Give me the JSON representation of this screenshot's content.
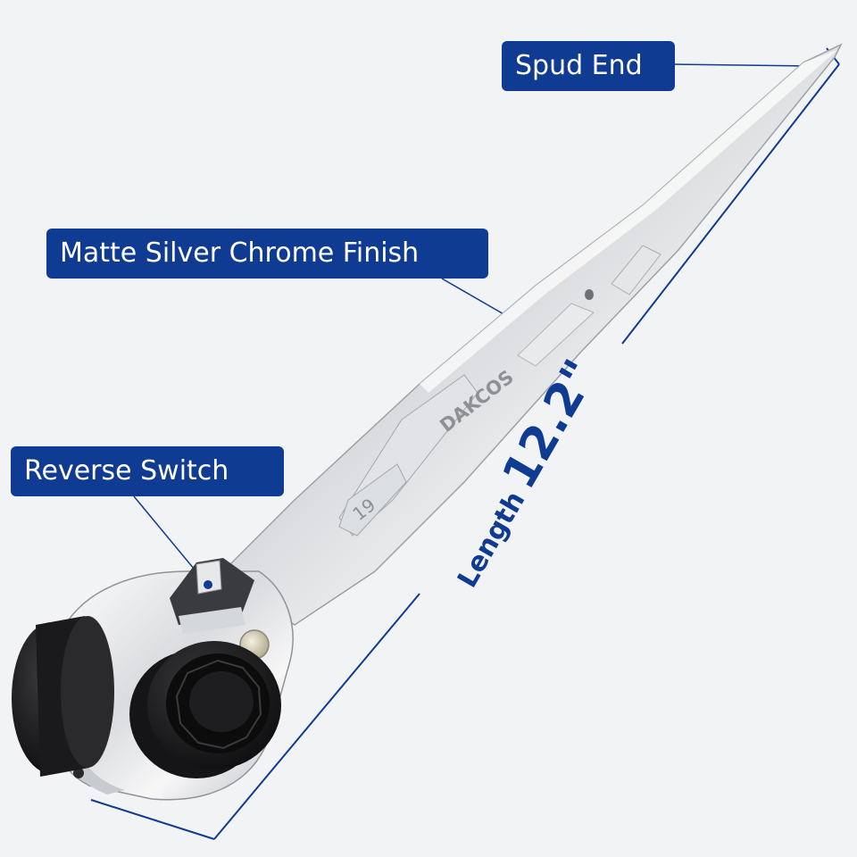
{
  "callouts": {
    "spud_end": "Spud End",
    "finish": "Matte Silver Chrome Finish",
    "reverse_switch": "Reverse Switch"
  },
  "dimension": {
    "label": "Length",
    "value": "12.2\""
  },
  "engraving": {
    "brand": "DAKCOS",
    "size": "19"
  },
  "colors": {
    "accent": "#0f3b93",
    "background": "#f2f3f5",
    "socket": "#1c1c1e"
  }
}
